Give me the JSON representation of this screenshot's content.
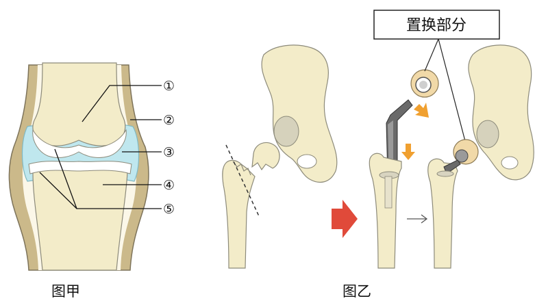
{
  "figure_a": {
    "caption": "图甲",
    "labels": [
      "①",
      "②",
      "③",
      "④",
      "⑤"
    ]
  },
  "figure_b": {
    "caption": "图乙",
    "box_label": "置换部分"
  },
  "colors": {
    "bone": "#f3ecc9",
    "bone_outline": "#8c8a7a",
    "capsule": "#cbb98a",
    "joint_cavity": "#bfe7ee",
    "cartilage": "#ffffff",
    "implant_cap": "#f1d9a8",
    "metal_dark": "#555555",
    "orange_arrow": "#f0a030",
    "red_arrow": "#e04a3a"
  }
}
